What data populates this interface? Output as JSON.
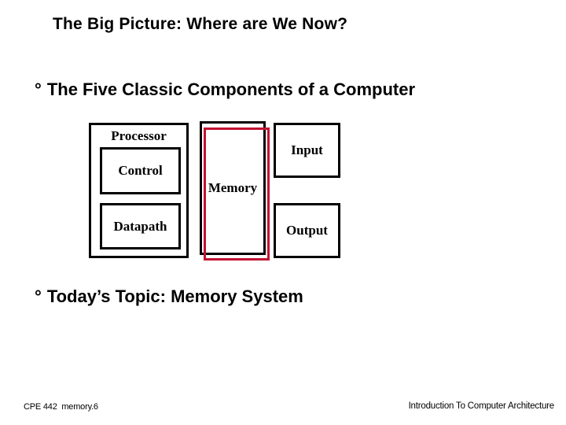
{
  "slide": {
    "title": "The Big Picture: Where are We Now?",
    "bullets": [
      {
        "marker": "°",
        "text": "The Five Classic Components of a Computer"
      },
      {
        "marker": "°",
        "text": "Today’s Topic: Memory System"
      }
    ],
    "diagram": {
      "boxes": {
        "processor": "Processor",
        "control": "Control",
        "datapath": "Datapath",
        "memory": "Memory",
        "input": "Input",
        "output": "Output"
      },
      "colors": {
        "box_border": "#000000",
        "memory_highlight": "#C21330"
      }
    },
    "footer": {
      "left": "CPE 442  memory.6",
      "right": "Introduction To Computer Architecture"
    }
  }
}
